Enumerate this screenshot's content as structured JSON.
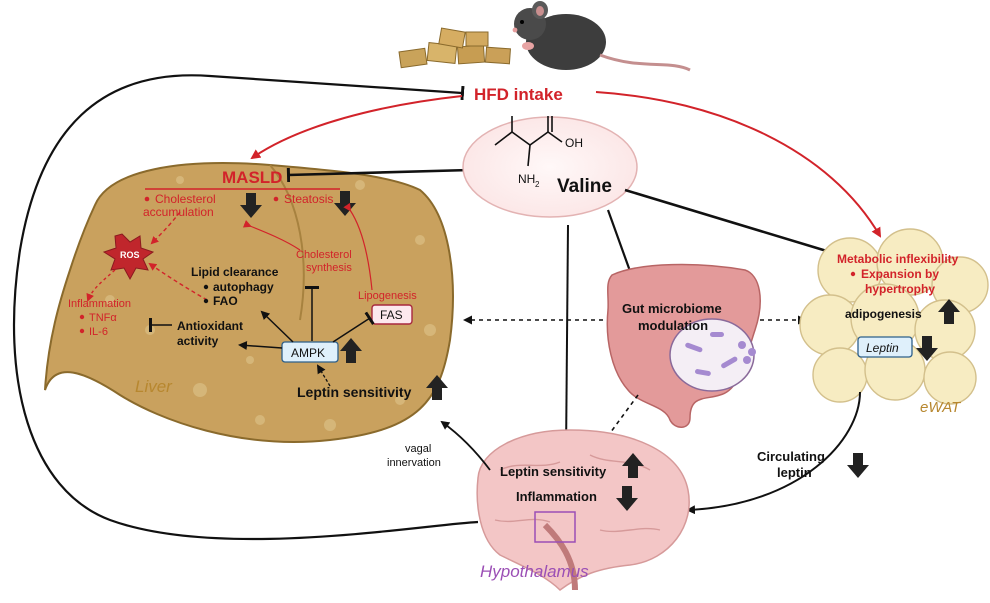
{
  "top": {
    "hfd_intake": "HFD intake"
  },
  "valine": {
    "oh": "OH",
    "nh2": "NH",
    "nh2_sub": "2",
    "name": "Valine"
  },
  "liver": {
    "title": "MASLD",
    "bullet_cholesterol_1": "Cholesterol",
    "bullet_cholesterol_2": "accumulation",
    "bullet_steatosis": "Steatosis",
    "ros": "ROS",
    "cholesterol_synthesis_1": "Cholesterol",
    "cholesterol_synthesis_2": "synthesis",
    "lipid_clearance": "Lipid clearance",
    "autophagy": "autophagy",
    "fao": "FAO",
    "lipogenesis": "Lipogenesis",
    "fas": "FAS",
    "inflammation": "Inflammation",
    "tnfa": "TNFα",
    "il6": "IL-6",
    "antioxidant_1": "Antioxidant",
    "antioxidant_2": "activity",
    "ampk": "AMPK",
    "leptin_sensitivity": "Leptin sensitivity",
    "label": "Liver"
  },
  "gut": {
    "line1": "Gut microbiome",
    "line2": "modulation"
  },
  "ewat": {
    "metabolic": "Metabolic inflexibility",
    "expansion_1": "Expansion by",
    "expansion_2": "hypertrophy",
    "adipogenesis": "adipogenesis",
    "leptin": "Leptin",
    "label": "eWAT"
  },
  "circulating": {
    "line1": "Circulating",
    "line2": "leptin"
  },
  "vagal": {
    "line1": "vagal",
    "line2": "innervation"
  },
  "brain": {
    "leptin_sensitivity": "Leptin sensitivity",
    "inflammation": "Inflammation",
    "label": "Hypothalamus"
  },
  "colors": {
    "red": "#d2232a",
    "liver_fill": "#c9a15e",
    "ewat_fill": "#f7ecc2",
    "hypothalamus_text": "#9b4fb5",
    "brain_fill": "#f3c6c6",
    "gut_fill": "#e39a9a"
  },
  "icons": {
    "mouse": "mouse-icon",
    "food": "food-pellets-icon",
    "down_arrow": "down-arrow-icon",
    "up_arrow": "up-arrow-icon"
  }
}
